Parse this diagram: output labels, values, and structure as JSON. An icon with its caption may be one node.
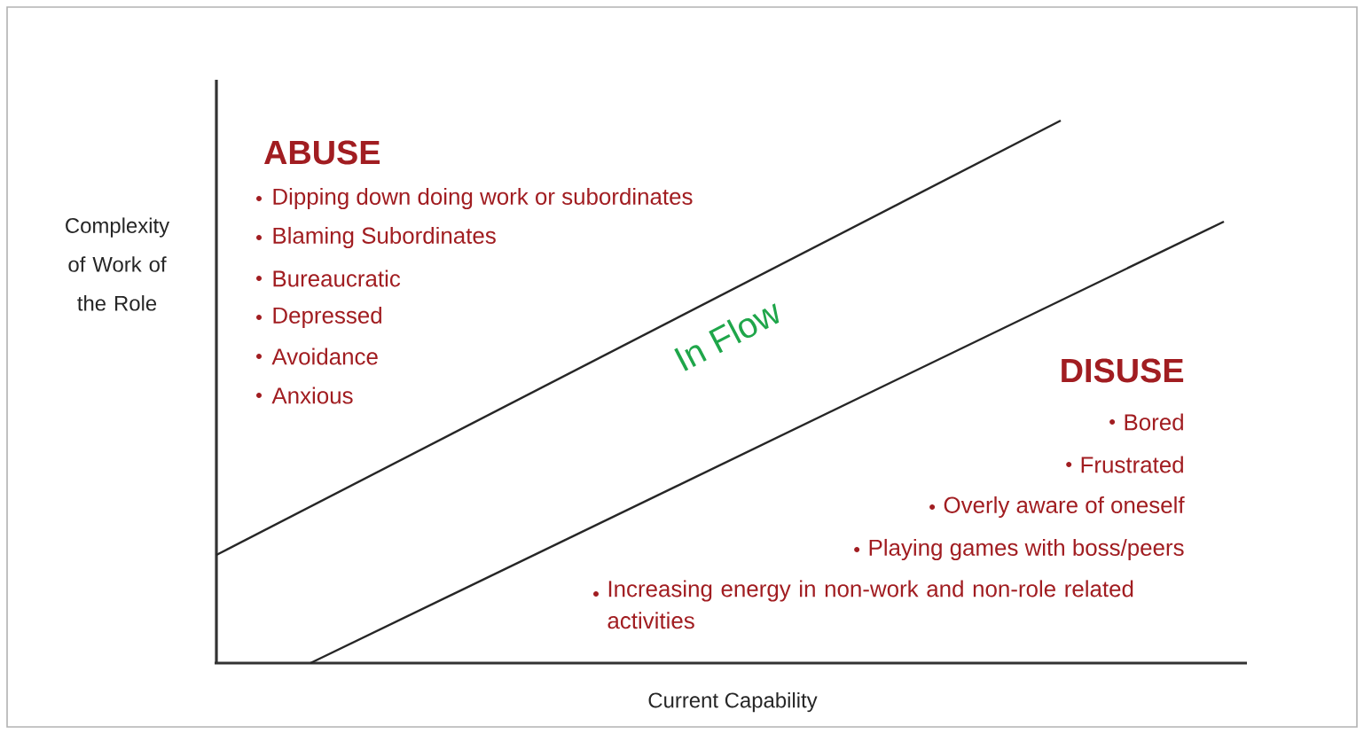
{
  "diagram": {
    "labels": [
      "Complexity of Work of the Role",
      "ABUSE",
      "Dipping down doing work or subordinates",
      "Blaming Subordinates",
      "Bureaucratic",
      "Depressed",
      "Avoidance",
      "Anxious",
      "In Flow",
      "DISUSE",
      "Bored",
      "Frustrated",
      "Overly aware of oneself",
      "Playing games with boss/peers",
      "Increasing energy in non-work and non-role related activities",
      "Current Capability"
    ]
  }
}
